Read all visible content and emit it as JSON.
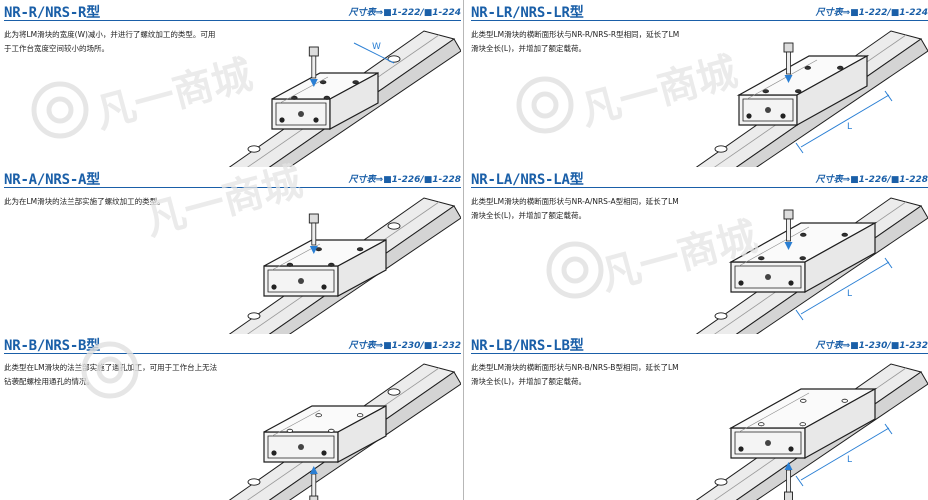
{
  "sections": [
    {
      "title": "NR-R/NRS-R型",
      "ref": "尺寸表⇒■1-222/■1-224",
      "desc": "此为将LM滑块的宽度(W)减小，并进行了螺纹加工的类型。可用于工作台宽度空间较小的场所。",
      "variant": "R",
      "dimension": "W"
    },
    {
      "title": "NR-A/NRS-A型",
      "ref": "尺寸表⇒■1-226/■1-228",
      "desc": "此为在LM滑块的法兰部实施了螺纹加工的类型。",
      "variant": "A",
      "dimension": ""
    },
    {
      "title": "NR-B/NRS-B型",
      "ref": "尺寸表⇒■1-230/■1-232",
      "desc": "此类型在LM滑块的法兰部实施了通孔加工，可用于工作台上无法钻袭配螺栓用通孔的情况。",
      "variant": "B",
      "dimension": ""
    },
    {
      "title": "NR-LR/NRS-LR型",
      "ref": "尺寸表⇒■1-222/■1-224",
      "desc": "此类型LM滑块的横断面形状与NR-R/NRS-R型相同，延长了LM滑块全长(L)，并增加了额定载荷。",
      "variant": "LR",
      "dimension": "L"
    },
    {
      "title": "NR-LA/NRS-LA型",
      "ref": "尺寸表⇒■1-226/■1-228",
      "desc": "此类型LM滑块的横断面形状与NR-A/NRS-A型相同，延长了LM滑块全长(L)，并增加了额定载荷。",
      "variant": "LA",
      "dimension": "L"
    },
    {
      "title": "NR-LB/NRS-LB型",
      "ref": "尺寸表⇒■1-230/■1-232",
      "desc": "此类型LM滑块的横断面形状与NR-B/NRS-B型相同，延长了LM滑块全长(L)，并增加了额定载荷。",
      "variant": "LB",
      "dimension": "L"
    }
  ],
  "watermark": {
    "text": "凡一商城"
  },
  "colors": {
    "accent": "#1a5fa8",
    "dimension": "#2a7fd4",
    "rail": "#e6e6e6",
    "block": "#f4f4f4",
    "line": "#1e1e1e",
    "watermark": "#e2e2e2"
  }
}
